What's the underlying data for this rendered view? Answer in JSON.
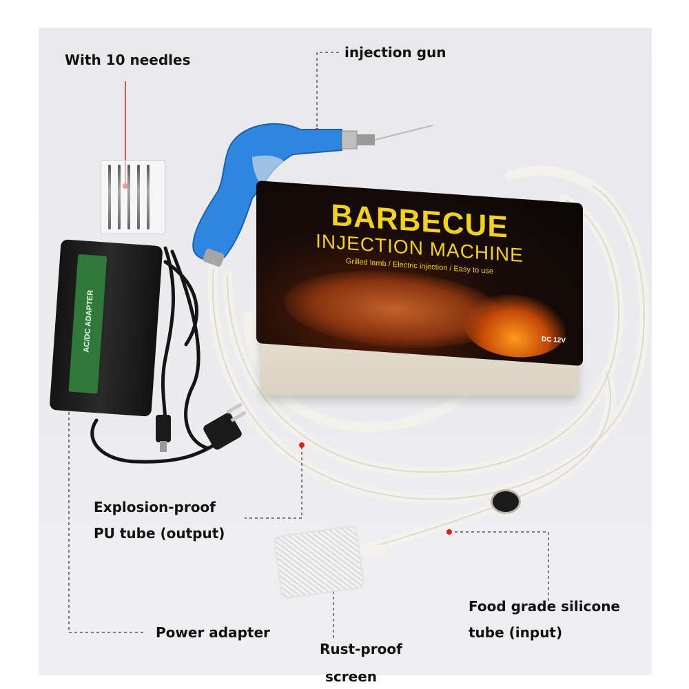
{
  "callouts": {
    "needles": "With 10 needles",
    "gun": "injection gun",
    "pu_tube_line1": "Explosion-proof",
    "pu_tube_line2": "PU tube (output)",
    "power": "Power adapter",
    "screen_line1": "Rust-proof",
    "screen_line2": "screen",
    "silicone_line1": "Food grade silicone",
    "silicone_line2": "tube (input)"
  },
  "product": {
    "title": "BARBECUE",
    "subtitle": "INJECTION MACHINE",
    "tagline": "Grilled lamb / Electric injection / Easy to use",
    "spec": "DC 12V"
  },
  "adapter": {
    "label": "AC/DC ADAPTER"
  },
  "colors": {
    "title_yellow": "#f3d21c",
    "marker_red": "#e0201a",
    "gun_blue": "#2f86e0",
    "leader_gray": "#555555"
  }
}
